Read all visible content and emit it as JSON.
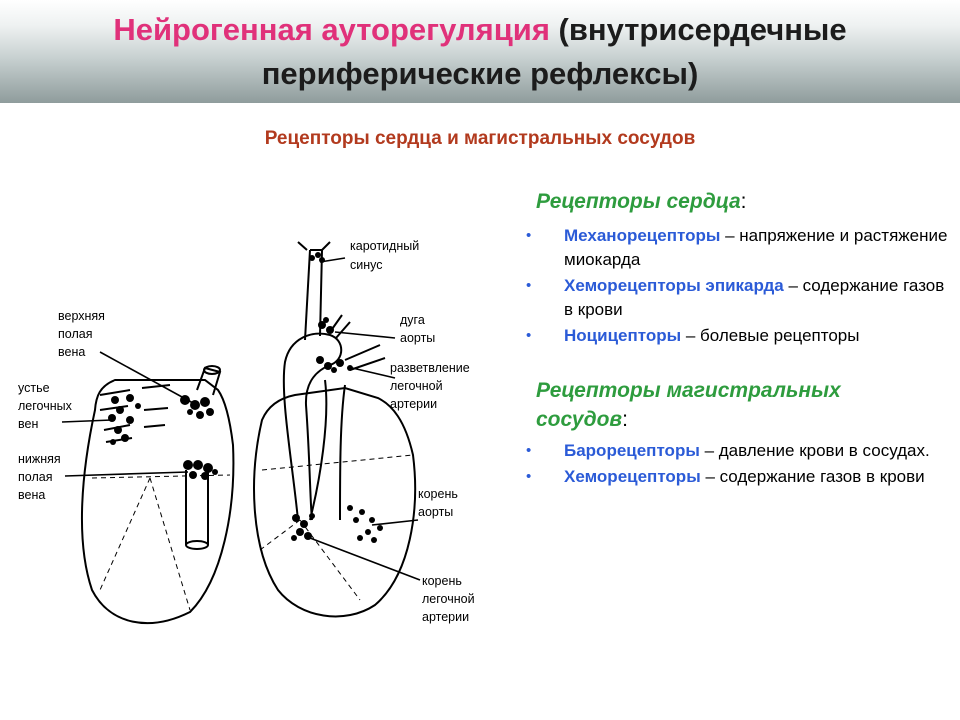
{
  "header": {
    "title_part1": "Нейрогенная ауторегуляция",
    "title_part2": " (внутрисердечные",
    "title_line2": "периферические рефлексы)"
  },
  "subtitle": "Рецепторы сердца и магистральных сосудов",
  "heart_receptors": {
    "title": "Рецепторы сердца",
    "items": [
      {
        "term": "Механорецепторы",
        "text": " – напряжение  и растяжение миокарда"
      },
      {
        "term": "Хеморецепторы эпикарда",
        "text": " – содержание газов в крови"
      },
      {
        "term": "Ноцицепторы",
        "text": " – болевые рецепторы"
      }
    ]
  },
  "vessel_receptors": {
    "title_line1": "Рецепторы магистральных",
    "title_line2": "сосудов",
    "items": [
      {
        "term": "Барорецепторы",
        "text": " – давление крови в сосудах."
      },
      {
        "term": "Хеморецепторы",
        "text": " – содержание газов в крови"
      }
    ]
  },
  "diagram_labels": {
    "svc": [
      "верхняя",
      "полая",
      "вена"
    ],
    "pulm_vein": [
      "устье",
      "легочных",
      "вен"
    ],
    "ivc": [
      "нижняя",
      "полая",
      "вена"
    ],
    "carotid": [
      "каротидный",
      "синус"
    ],
    "arch": [
      "дуга",
      "аорты"
    ],
    "pulm_branch": [
      "разветвление",
      "легочной",
      "артерии"
    ],
    "aortic_root": [
      "корень",
      "аорты"
    ],
    "pulm_root": [
      "корень",
      "легочной",
      "артерии"
    ]
  }
}
